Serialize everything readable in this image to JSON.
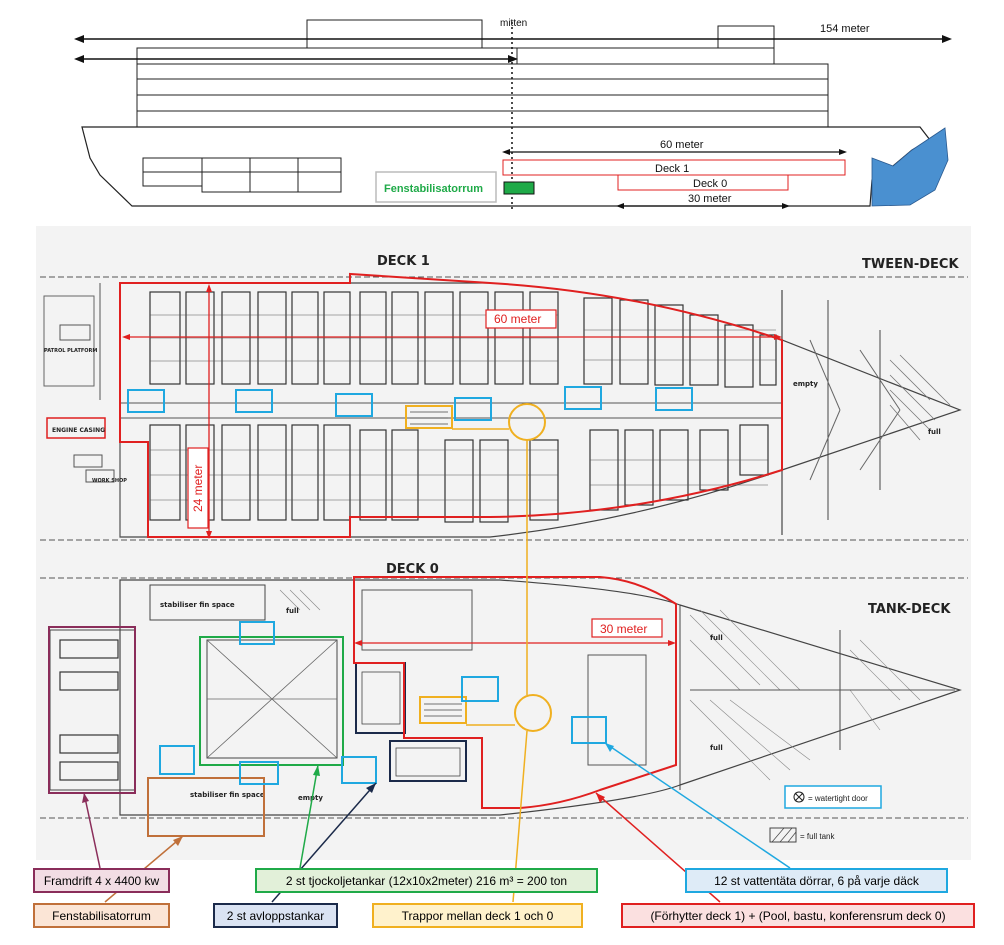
{
  "profile": {
    "mitten_label": "mitten",
    "total_length_label": "154 meter",
    "deck1_length_label": "60 meter",
    "deck1_label": "Deck 1",
    "deck0_label": "Deck 0",
    "deck0_length_label": "30 meter",
    "fin_room_label": "Fenstabilisatorrum"
  },
  "plan": {
    "deck1_title": "DECK 1",
    "deck0_title": "DECK 0",
    "tween_deck": "TWEEN-DECK",
    "tank_deck": "TANK-DECK",
    "deck1_length": "60 meter",
    "deck1_width": "24 meter",
    "deck0_length": "30 meter",
    "empty_label": "empty",
    "full_label": "full",
    "stabiliser_fin_space": "stabiliser fin space",
    "watertight_door_legend": "= watertight door",
    "full_tank_legend": "= full tank"
  },
  "legend": {
    "propulsion": "Framdrift 4 x 4400 kw",
    "fin_room": "Fenstabilisatorrum",
    "fuel_tanks": "2 st tjockoljetankar (12x10x2meter) 216 m³ = 200 ton",
    "sewage_tanks": "2 st avloppstankar",
    "stairs": "Trappor mellan deck 1 och 0",
    "doors": "12 st vattentäta dörrar, 6 på varje däck",
    "cabins": "(Förhytter deck 1) + (Pool, bastu, konferensrum deck 0)"
  },
  "colors": {
    "red": "#e02020",
    "blue": "#1fa8e0",
    "green": "#1faa48",
    "navy": "#1b2a4a",
    "orange": "#f0b020",
    "purple": "#8a2d5a",
    "brown": "#c0703a",
    "bow_blue": "#4a90d0"
  }
}
